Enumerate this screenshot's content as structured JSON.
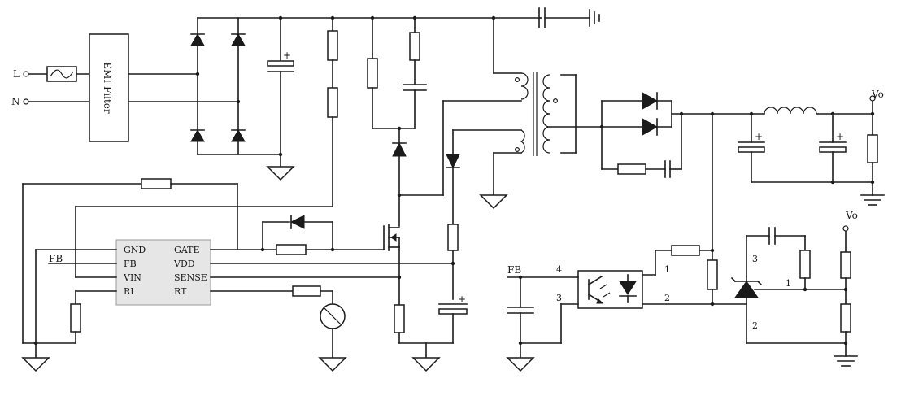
{
  "inputs": {
    "line": "L",
    "neutral": "N"
  },
  "emi_filter": {
    "label": "EMI Filter"
  },
  "controller": {
    "left_pins": [
      "GND",
      "FB",
      "VIN",
      "RI"
    ],
    "right_pins": [
      "GATE",
      "VDD",
      "SENSE",
      "RT"
    ]
  },
  "fb_left": "FB",
  "fb_right": "FB",
  "outputs": {
    "vo_top": "Vo",
    "vo_right": "Vo"
  },
  "optocoupler_pins": {
    "p4": "4",
    "p3": "3",
    "p1": "1",
    "p2": "2"
  },
  "tl431_pins": {
    "p3": "3",
    "p1": "1",
    "p2": "2"
  }
}
